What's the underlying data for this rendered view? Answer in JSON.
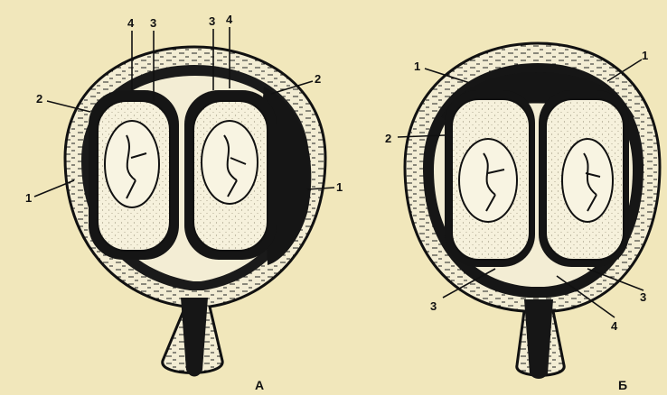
{
  "colors": {
    "background": "#f1e7bb",
    "ink": "#111111",
    "paper": "#f6f1dc",
    "speckle": "#d9d3bd"
  },
  "diagram_a": {
    "caption": "А",
    "labels": {
      "top_left_4": "4",
      "top_left_3": "3",
      "top_right_3": "3",
      "top_right_4": "4",
      "left_2": "2",
      "right_2": "2",
      "left_1": "1",
      "right_1": "1"
    }
  },
  "diagram_b": {
    "caption": "Б",
    "labels": {
      "top_left_1": "1",
      "top_right_1": "1",
      "left_2": "2",
      "bottom_left_3": "3",
      "bottom_right_3": "3",
      "bottom_4": "4"
    }
  }
}
